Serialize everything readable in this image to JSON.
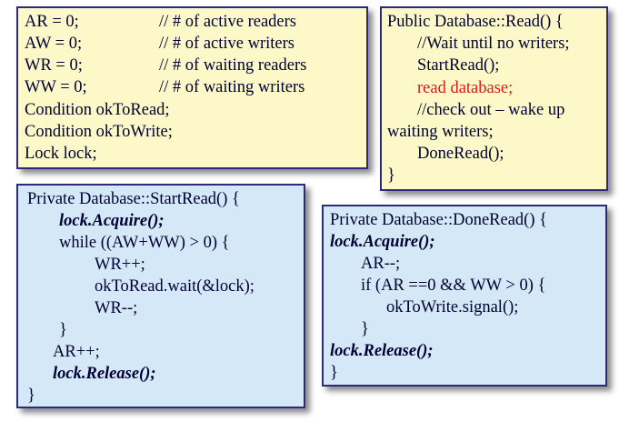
{
  "vars_box": {
    "lines": [
      {
        "code": "AR = 0;",
        "comment": "// # of active readers"
      },
      {
        "code": "AW = 0;",
        "comment": "// # of active writers"
      },
      {
        "code": "WR = 0;",
        "comment": "// # of waiting readers"
      },
      {
        "code": "WW = 0;",
        "comment": "// # of waiting writers"
      },
      {
        "code": "Condition okToRead;",
        "comment": ""
      },
      {
        "code": "Condition okToWrite;",
        "comment": ""
      },
      {
        "code": "Lock lock;",
        "comment": ""
      }
    ]
  },
  "read_box": {
    "lines": [
      "Public Database::Read() {",
      "//Wait until no writers;",
      "StartRead();",
      "read database;",
      "//check out – wake up",
      "waiting writers;",
      "DoneRead();",
      "}"
    ]
  },
  "startread_box": {
    "lines": [
      "Private Database::StartRead() {",
      "lock.Acquire();",
      "while ((AW+WW) > 0) {",
      "WR++;",
      "okToRead.wait(&lock);",
      "WR--;",
      "}",
      "AR++;",
      "lock.Release();",
      "}"
    ]
  },
  "doneread_box": {
    "lines": [
      "Private Database::DoneRead() {",
      "lock.Acquire();",
      "AR--;",
      "if (AR ==0 && WW > 0) {",
      "okToWrite.signal();",
      "}",
      "lock.Release();",
      "}"
    ]
  }
}
